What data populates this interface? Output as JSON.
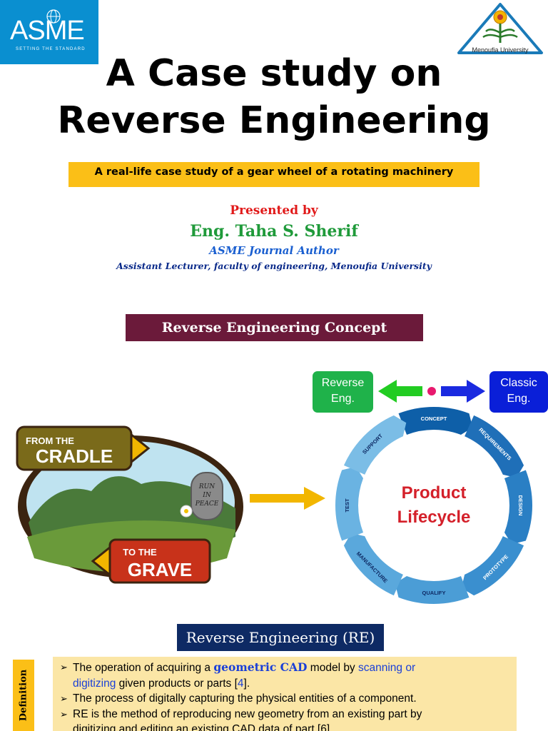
{
  "logos": {
    "asme": {
      "word": "ASME",
      "tagline": "SETTING THE STANDARD",
      "color": "#0a8fd0"
    },
    "university": {
      "caption": "Menoufia University"
    }
  },
  "title": {
    "line1": "A Case study on",
    "line2": "Reverse Engineering"
  },
  "subtitle": "A real-life case study of a gear wheel of a rotating machinery",
  "presenter": {
    "by": "Presented by",
    "name": "Eng. Taha S. Sherif",
    "role": "ASME Journal Author",
    "affiliation": "Assistant Lecturer, faculty of engineering, Menoufia University"
  },
  "concept_banner": "Reverse Engineering Concept",
  "cradle": {
    "from_line1": "FROM THE",
    "from_line2": "CRADLE",
    "to_line1": "TO THE",
    "to_line2": "GRAVE",
    "tomb_line1": "RUN",
    "tomb_line2": "IN",
    "tomb_line3": "PEACE"
  },
  "chips": {
    "reverse": {
      "line1": "Reverse",
      "line2": "Eng."
    },
    "classic": {
      "line1": "Classic",
      "line2": "Eng."
    }
  },
  "lifecycle": {
    "center_line1": "Product",
    "center_line2": "Lifecycle",
    "stages": [
      "CONCEPT",
      "REQUIREMENTS",
      "DESIGN",
      "PROTOTYPE",
      "QUALIFY",
      "MANUFACTURE",
      "TEST",
      "SUPPORT"
    ]
  },
  "re_banner": "Reverse Engineering (RE)",
  "definition": {
    "side_label": "Definition",
    "b1_pre": "The operation of acquiring a ",
    "b1_geo": "geometric CAD",
    "b1_mid": " model by ",
    "b1_link1": "scanning or",
    "b1_link2": "digitizing",
    "b1_post": " given products or parts [",
    "b1_ref": "4",
    "b1_end": "].",
    "b2": "The process of digitally capturing the physical entities of a component.",
    "b3": "RE is the method of reproducing new geometry from an existing part by",
    "b3_cont": "digitizing and editing an existing CAD data of part [6]."
  }
}
